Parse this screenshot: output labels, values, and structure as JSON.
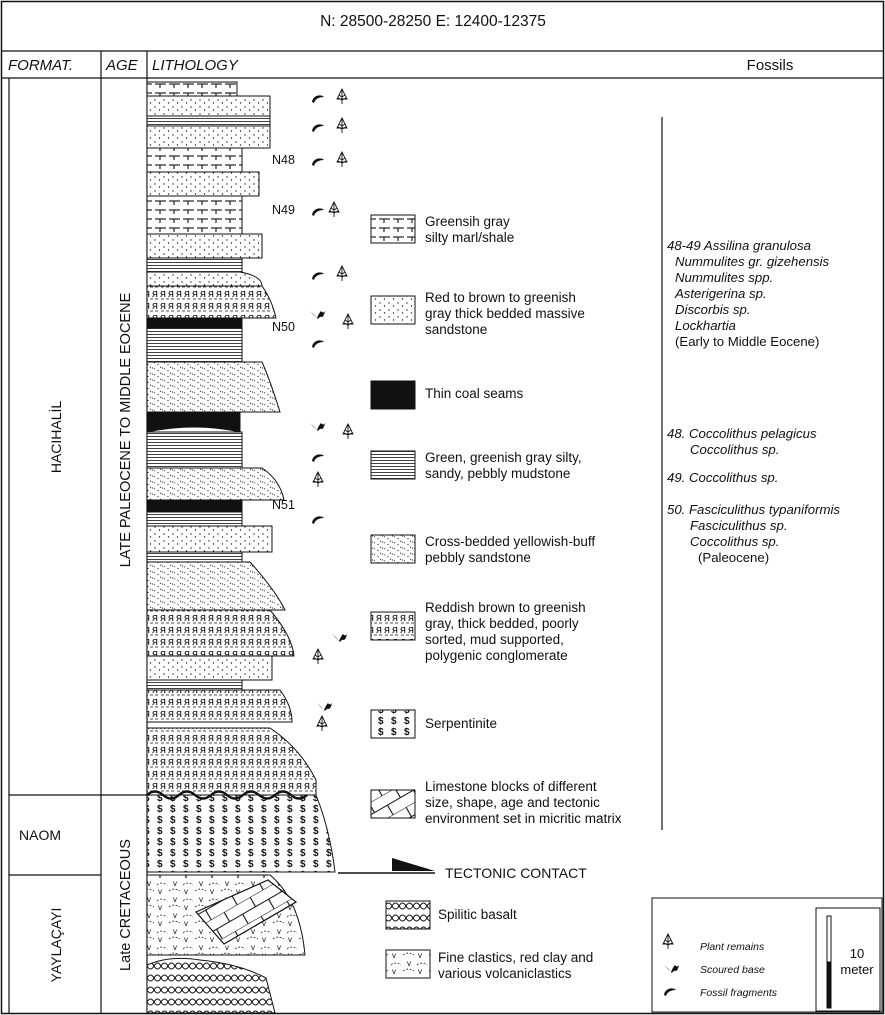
{
  "title": "N: 28500-28250 E: 12400-12375",
  "headers": {
    "formation": "FORMAT.",
    "age": "AGE",
    "lithology": "LITHOLOGY",
    "fossils": "Fossils"
  },
  "formations": [
    "HACIHALİL",
    "NAOM",
    "YAYLAÇAYI"
  ],
  "ages": [
    "LATE PALEOCENE TO MIDDLE EOCENE",
    "Late CRETACEOUS"
  ],
  "samples": [
    "N48",
    "N49",
    "N50",
    "N51"
  ],
  "legend": [
    {
      "pattern": "marl",
      "lines": [
        "Greensih gray",
        "silty marl/shale"
      ]
    },
    {
      "pattern": "sandstone",
      "lines": [
        "Red to brown to greenish",
        "gray thick bedded massive",
        "sandstone"
      ]
    },
    {
      "pattern": "coal",
      "lines": [
        "Thin coal seams"
      ]
    },
    {
      "pattern": "mudstone",
      "lines": [
        "Green, greenish gray silty,",
        "sandy, pebbly mudstone"
      ]
    },
    {
      "pattern": "crossbedded",
      "lines": [
        "Cross-bedded yellowish-buff",
        "pebbly sandstone"
      ]
    },
    {
      "pattern": "conglomerate",
      "lines": [
        "Reddish brown to greenish",
        "gray, thick bedded, poorly",
        "sorted,  mud supported,",
        "polygenic conglomerate"
      ]
    },
    {
      "pattern": "serpentinite",
      "lines": [
        "Serpentinite"
      ]
    },
    {
      "pattern": "limestone",
      "lines": [
        "Limestone blocks of different",
        "size, shape, age and tectonic",
        "environment set in micritic matrix"
      ]
    },
    {
      "pattern": "basalt",
      "lines": [
        "Spilitic basalt"
      ]
    },
    {
      "pattern": "clastics",
      "lines": [
        "Fine clastics, red clay and",
        "various volcaniclastics"
      ]
    }
  ],
  "tectonic_contact": "TECTONIC CONTACT",
  "fossil_groups": [
    {
      "lines": [
        {
          "text": "48-49 Assilina granulosa",
          "italic": true
        },
        {
          "text": "Nummulites gr. gizehensis",
          "italic": true
        },
        {
          "text": "Nummulites spp.",
          "italic": true
        },
        {
          "text": "Asterigerina sp.",
          "italic": true
        },
        {
          "text": "Discorbis sp.",
          "italic": true
        },
        {
          "text": "Lockhartia",
          "italic": true
        },
        {
          "text": "(Early to Middle Eocene)",
          "italic": false
        }
      ]
    },
    {
      "lines": [
        {
          "text": "48. Coccolithus pelagicus",
          "italic": true
        },
        {
          "text": "Coccolithus sp.",
          "italic": true
        }
      ]
    },
    {
      "lines": [
        {
          "text": "49. Coccolithus sp.",
          "italic": true
        }
      ]
    },
    {
      "lines": [
        {
          "text": "50. Fasciculithus typaniformis",
          "italic": true
        },
        {
          "text": "Fasciculithus sp.",
          "italic": true
        },
        {
          "text": "Coccolithus sp.",
          "italic": true
        },
        {
          "text": "(Paleocene)",
          "italic": false
        }
      ]
    }
  ],
  "symbol_key": [
    {
      "icon": "plant-remains-icon",
      "label": "Plant remains"
    },
    {
      "icon": "scoured-base-icon",
      "label": "Scoured base"
    },
    {
      "icon": "fossil-fragments-icon",
      "label": "Fossil fragments"
    }
  ],
  "scale": {
    "value": "10",
    "unit": "meter"
  }
}
